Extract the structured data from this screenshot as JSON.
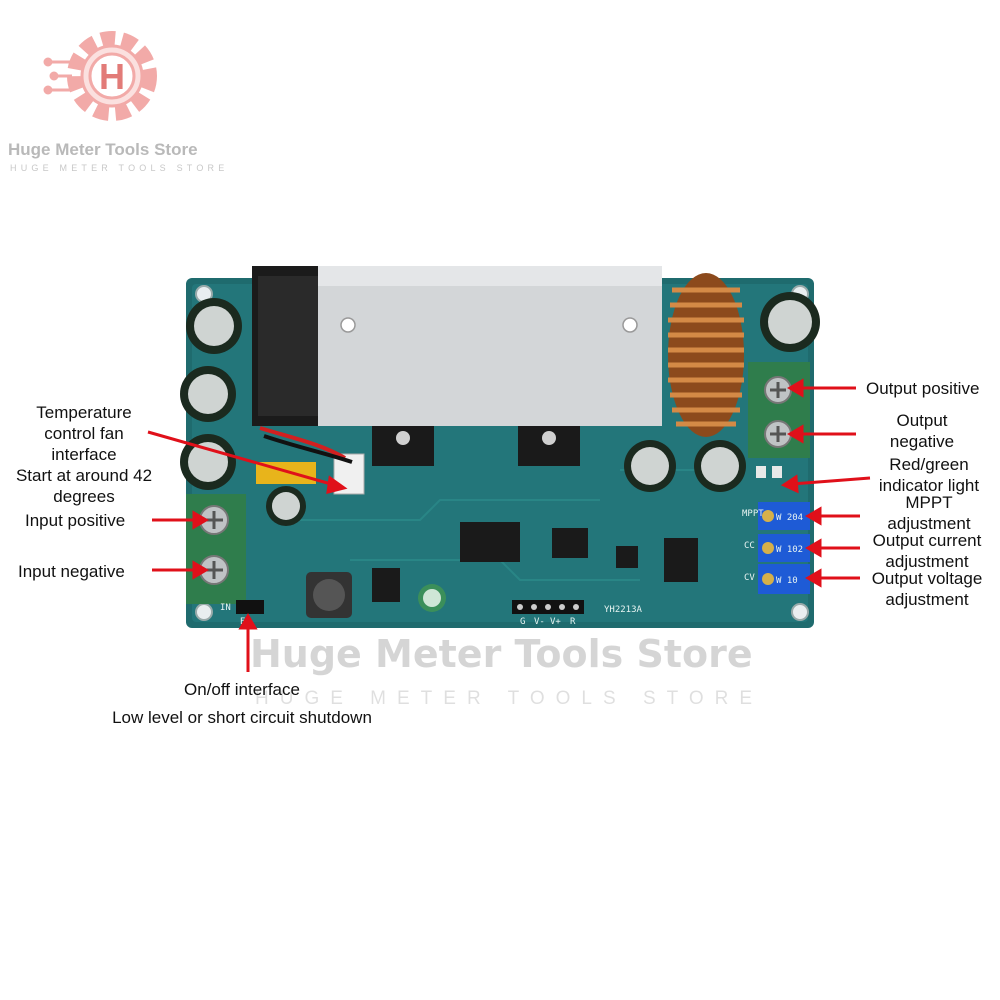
{
  "brand": {
    "name": "Huge Meter Tools Store",
    "tagline": "HUGE METER TOOLS STORE",
    "logo_letter": "H"
  },
  "watermark": {
    "main": "Huge Meter Tools Store",
    "sub": "HUGE METER TOOLS STORE"
  },
  "board": {
    "model": "YH2213A",
    "pot_labels": [
      "W 204",
      "W 102",
      "W 10"
    ],
    "silk_labels": [
      "MPPT",
      "CC",
      "CV",
      "IN",
      "EN"
    ],
    "pin_labels": [
      "G",
      "V-",
      "V+",
      "R"
    ]
  },
  "labels": {
    "fan": [
      "Temperature",
      "control fan",
      "interface",
      "Start at around 42",
      "degrees"
    ],
    "input_positive": "Input positive",
    "input_negative": "Input negative",
    "onoff": [
      "On/off interface",
      "Low level or short circuit shutdown"
    ],
    "output_positive": "Output positive",
    "output_negative": [
      "Output",
      "negative"
    ],
    "indicator": [
      "Red/green",
      "indicator light"
    ],
    "mppt": [
      "MPPT",
      "adjustment"
    ],
    "output_current": [
      "Output current",
      "adjustment"
    ],
    "output_voltage": [
      "Output voltage",
      "adjustment"
    ]
  },
  "colors": {
    "pcb": "#1f6b6e",
    "pcb_light": "#2b8a8a",
    "terminal_green": "#2f7d4c",
    "annotation_red": "#e0101a",
    "logo_pink": "#f2aaa8",
    "copper": "#b8662a",
    "heatsink": "#d3d6d8",
    "pot_blue": "#1e5bd6"
  }
}
